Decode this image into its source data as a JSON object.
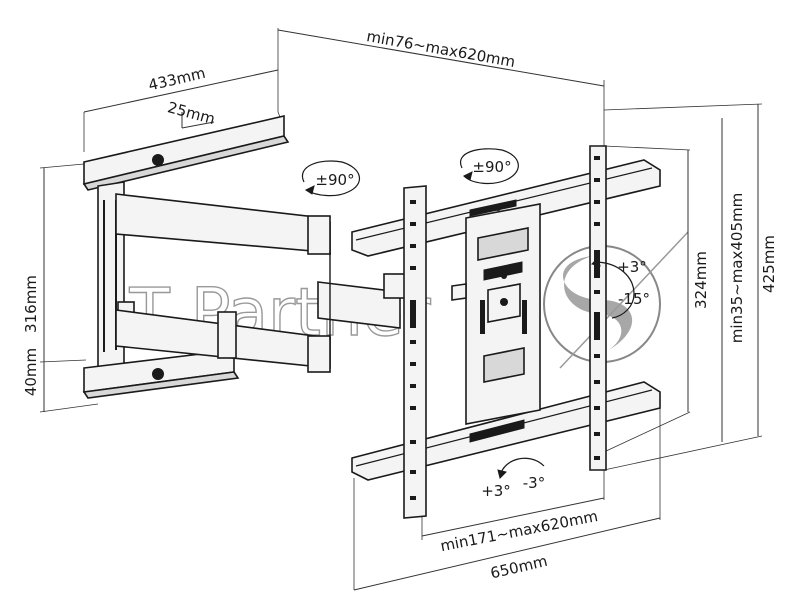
{
  "watermark": {
    "text": "IT Partner"
  },
  "dimensions": {
    "top_span": "min76~max620mm",
    "arm_length": "433mm",
    "arm_offset": "25mm",
    "wall_height": "316mm",
    "wall_bottom": "40mm",
    "plate_height_inner": "324mm",
    "vertical_span": "min35~max405mm",
    "plate_height_outer": "425mm",
    "horizontal_span": "min171~max620mm",
    "plate_width": "650mm"
  },
  "rotations": {
    "arm_swivel": "±90°",
    "plate_swivel": "±90°",
    "tilt_up": "+3°",
    "tilt_down": "-15°",
    "level_plus": "+3°",
    "level_minus": "-3°"
  }
}
